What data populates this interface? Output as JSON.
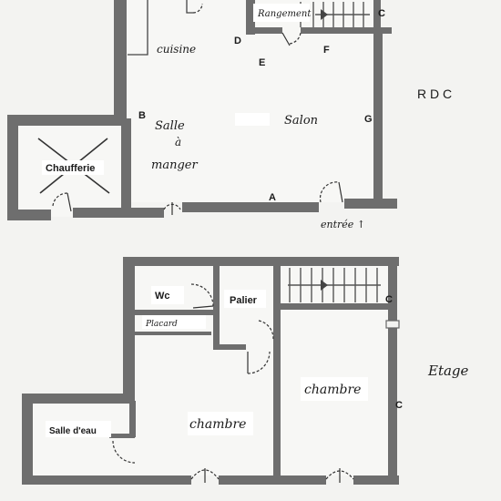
{
  "ground_floor": {
    "level_label": "R D C",
    "rooms": {
      "cuisine": "cuisine",
      "rangement": "Rangement",
      "salle_a_manger_line1": "Salle",
      "salle_a_manger_line2": "à",
      "salle_a_manger_line3": "manger",
      "salon": "Salon",
      "chaufferie": "Chaufferie"
    },
    "wall_marks": {
      "a": "A",
      "b": "B",
      "c": "C",
      "d": "D",
      "e": "E",
      "f": "F",
      "g": "G"
    },
    "entrance_label": "entrée ↑"
  },
  "upper_floor": {
    "level_label": "Etage",
    "rooms": {
      "wc": "Wc",
      "palier": "Palier",
      "placard": "Placard",
      "salle_deau": "Salle d'eau",
      "chambre_left": "chambre",
      "chambre_right": "chambre"
    },
    "wall_marks": {
      "c_upper": "C",
      "c_side": "C"
    }
  }
}
